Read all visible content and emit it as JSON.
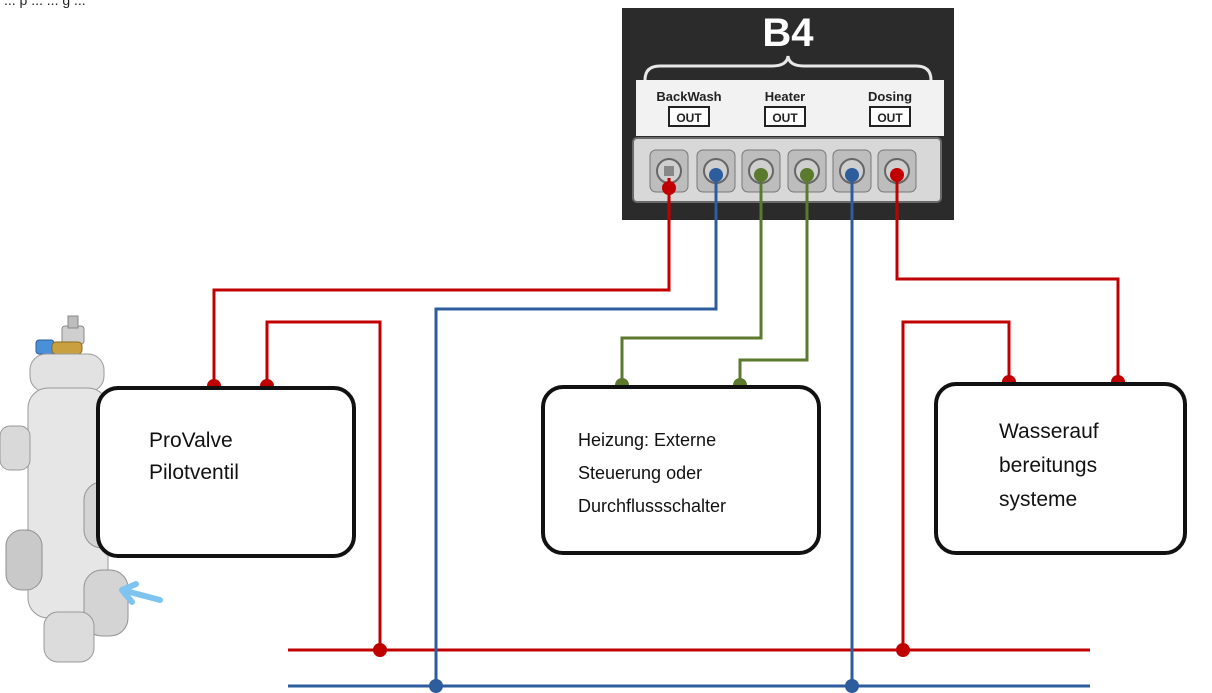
{
  "header_text": "... p ... ... g ...",
  "terminal_block": {
    "title": "B4",
    "groups": [
      {
        "name": "BackWash",
        "label": "OUT"
      },
      {
        "name": "Heater",
        "label": "OUT"
      },
      {
        "name": "Dosing",
        "label": "OUT"
      }
    ]
  },
  "boxes": {
    "provalve": {
      "lines": [
        "ProValve",
        "Pilotventil"
      ]
    },
    "heizung": {
      "lines": [
        "Heizung: Externe",
        "Steuerung oder",
        "Durchflussschalter"
      ]
    },
    "wasser": {
      "lines": [
        "Wasserauf",
        "bereitungs",
        "systeme"
      ]
    }
  },
  "colors": {
    "red_wire": "#c00000",
    "blue_wire": "#2e5d9e",
    "green_wire": "#5b7a2e",
    "block_dark": "#2b2b2b"
  }
}
